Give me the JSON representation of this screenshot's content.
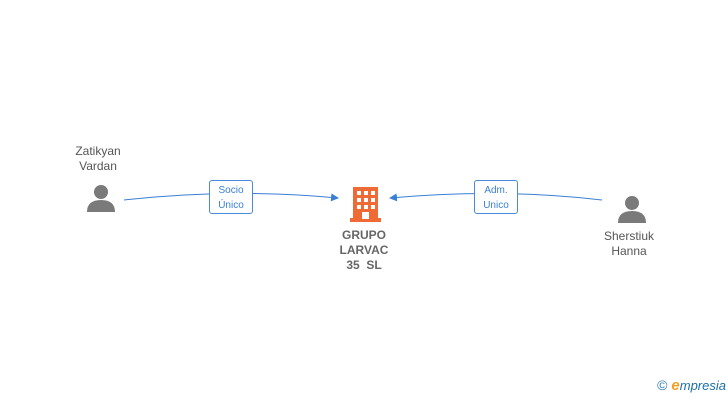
{
  "nodes": {
    "person_left": {
      "line1": "Zatikyan",
      "line2": "Vardan"
    },
    "person_right": {
      "line1": "Sherstiuk",
      "line2": "Hanna"
    },
    "company": {
      "line1": "GRUPO",
      "line2": "LARVAC",
      "line3": "35  SL"
    }
  },
  "edges": {
    "left": {
      "line1": "Socio",
      "line2": "Único"
    },
    "right": {
      "line1": "Adm.",
      "line2": "Unico"
    }
  },
  "brand": {
    "copyright": "©",
    "initial": "e",
    "name": "mpresia"
  },
  "colors": {
    "edge": "#3a7fd5",
    "person_icon": "#7a7a7a",
    "company_icon": "#f06a35"
  }
}
